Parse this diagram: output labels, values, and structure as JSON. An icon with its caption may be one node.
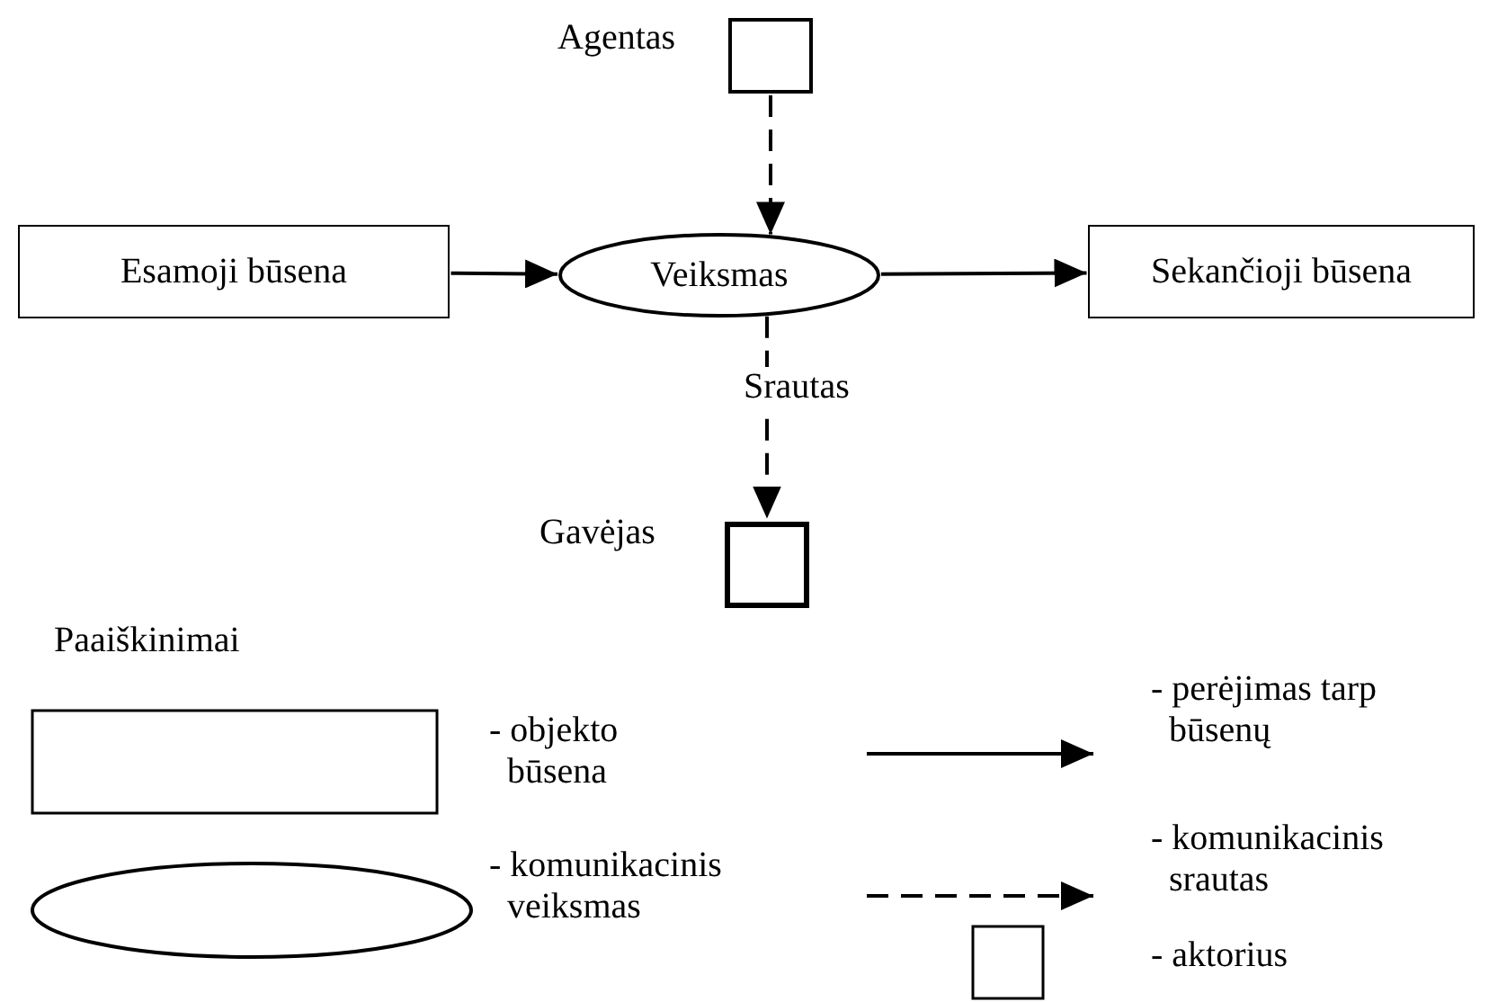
{
  "diagram": {
    "nodes": [
      {
        "text": [],
        "shape": "box",
        "beside": [
          "Agentas"
        ]
      },
      {
        "text": [
          "Esamoji būsena"
        ]
      },
      {
        "text": [
          "Veiksmas"
        ]
      },
      {
        "text": [
          "Sekančioji būsena"
        ]
      },
      {
        "text": [],
        "shape": "box",
        "beside": [
          "Gavėjas"
        ]
      }
    ],
    "edges": [
      {
        "from": 0,
        "to": 2,
        "arrow": "to",
        "style": "dashed"
      },
      {
        "from": 1,
        "to": 2,
        "arrow": "to"
      },
      {
        "from": 2,
        "to": 3,
        "arrow": "to"
      },
      {
        "from": 2,
        "to": 4,
        "arrow": "to",
        "style": "dashed",
        "label": "Srautas"
      }
    ],
    "labels": [
      "Paaiškinimai"
    ],
    "legend": [
      {
        "text": "- objekto būsena"
      },
      {
        "text": "- komunikacinis veiksmas"
      },
      {
        "text": "- perėjimas tarp būsenų"
      },
      {
        "text": "- komunikacinis srautas"
      },
      {
        "text": "- aktorius"
      }
    ]
  }
}
